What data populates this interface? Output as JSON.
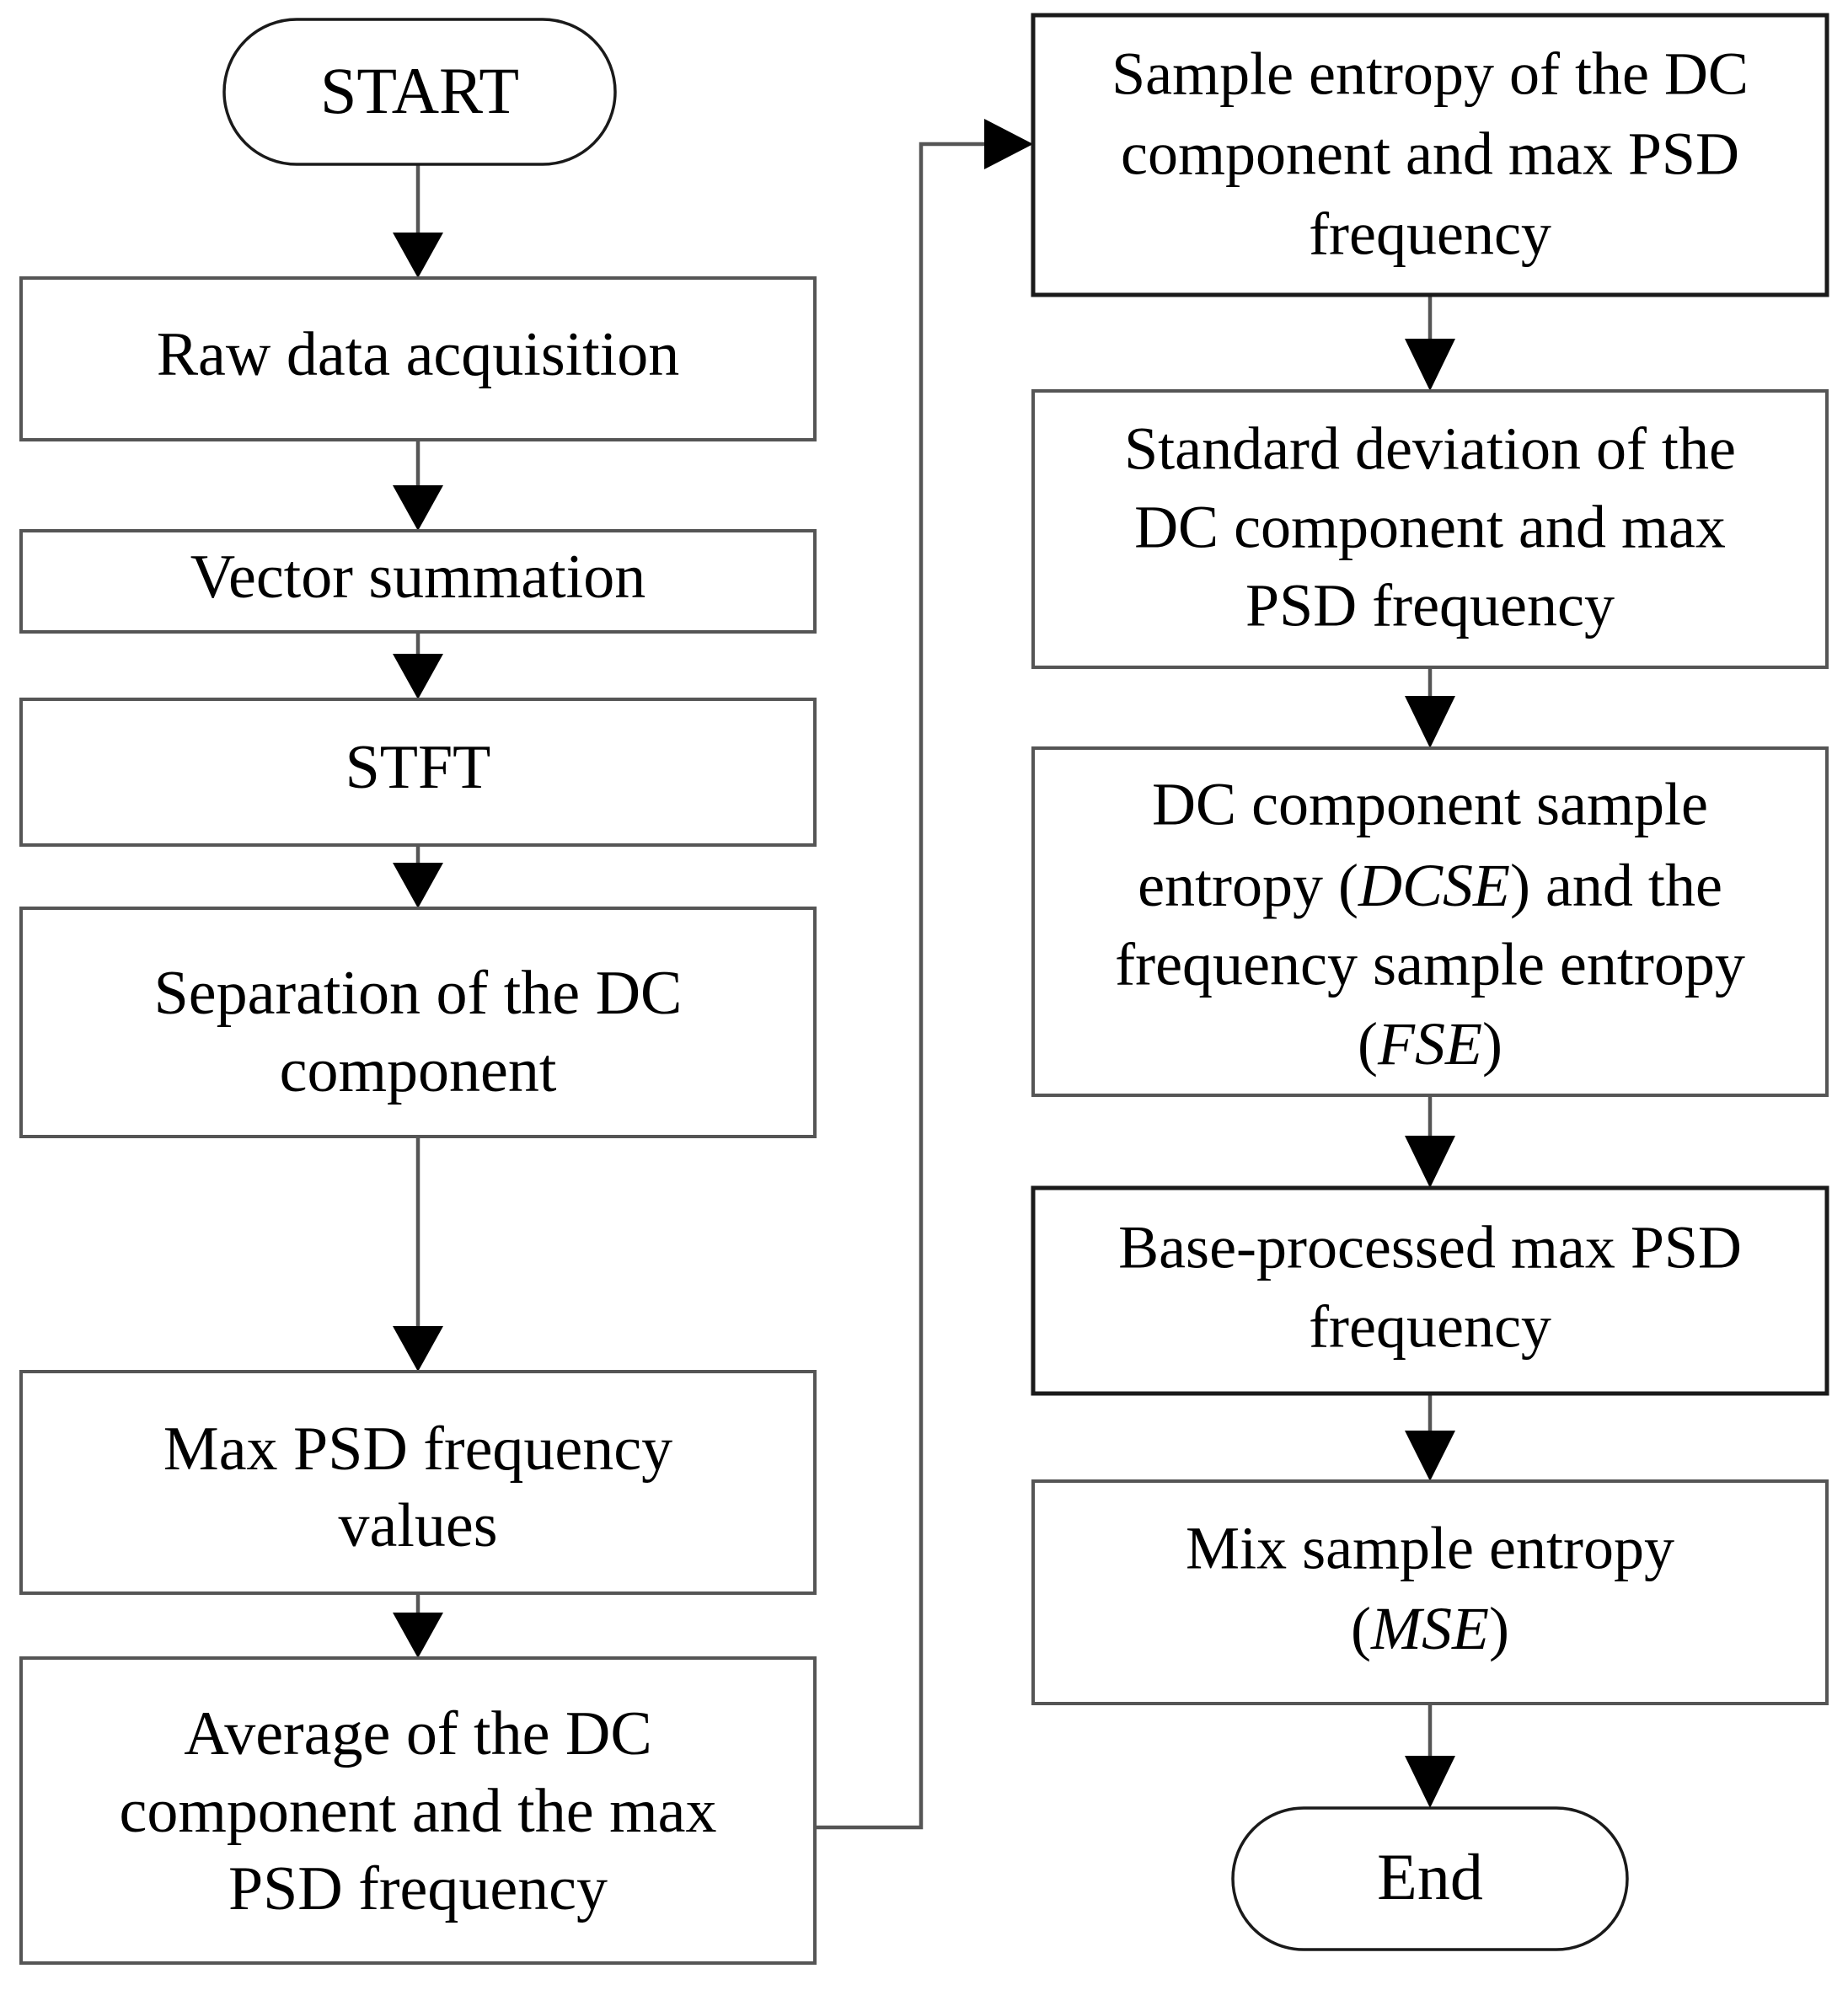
{
  "diagram": {
    "title": "Signal processing feature extraction flowchart",
    "type": "flowchart",
    "orientation": "two-column top-to-bottom",
    "colors": {
      "background": "#ffffff",
      "box_border": "#555555",
      "box_border_dark": "#1a1a1a",
      "edge": "#555555",
      "arrowhead": "#000000",
      "text": "#000000"
    },
    "left_column": {
      "nodes": [
        {
          "id": "start",
          "shape": "terminator",
          "lines": [
            "START"
          ]
        },
        {
          "id": "raw",
          "shape": "process",
          "lines": [
            "Raw data acquisition"
          ]
        },
        {
          "id": "vecsum",
          "shape": "process",
          "lines": [
            "Vector summation"
          ]
        },
        {
          "id": "stft",
          "shape": "process",
          "lines": [
            "STFT"
          ]
        },
        {
          "id": "sepdc",
          "shape": "process",
          "lines": [
            "Separation of the DC",
            "component"
          ]
        },
        {
          "id": "maxpsd",
          "shape": "process",
          "lines": [
            "Max PSD frequency",
            "values"
          ]
        },
        {
          "id": "avgdc",
          "shape": "process",
          "lines": [
            "Average of the DC",
            "component and the max",
            "PSD frequency"
          ]
        }
      ]
    },
    "right_column": {
      "nodes": [
        {
          "id": "sampent",
          "shape": "process",
          "lines": [
            "Sample entropy of the DC",
            "component and max PSD",
            "frequency"
          ]
        },
        {
          "id": "stddev",
          "shape": "process",
          "lines": [
            "Standard deviation of the",
            "DC component and max",
            "PSD frequency"
          ]
        },
        {
          "id": "dcsefse",
          "shape": "process",
          "lines": [
            "DC component sample",
            "entropy (DCSE) and the",
            "frequency sample entropy",
            "(FSE)"
          ],
          "italic_terms": [
            "DCSE",
            "FSE"
          ]
        },
        {
          "id": "baseproc",
          "shape": "process",
          "lines": [
            "Base-processed max PSD",
            "frequency"
          ]
        },
        {
          "id": "mixent",
          "shape": "process",
          "lines": [
            "Mix sample entropy",
            "(MSE)"
          ],
          "italic_terms": [
            "MSE"
          ]
        },
        {
          "id": "end",
          "shape": "terminator",
          "lines": [
            "End"
          ]
        }
      ]
    },
    "edges": [
      {
        "from": "start",
        "to": "raw",
        "kind": "vertical"
      },
      {
        "from": "raw",
        "to": "vecsum",
        "kind": "vertical"
      },
      {
        "from": "vecsum",
        "to": "stft",
        "kind": "vertical"
      },
      {
        "from": "stft",
        "to": "sepdc",
        "kind": "vertical"
      },
      {
        "from": "sepdc",
        "to": "maxpsd",
        "kind": "vertical"
      },
      {
        "from": "maxpsd",
        "to": "avgdc",
        "kind": "vertical"
      },
      {
        "from": "avgdc",
        "to": "sampent",
        "kind": "elbow-right-up"
      },
      {
        "from": "sampent",
        "to": "stddev",
        "kind": "vertical"
      },
      {
        "from": "stddev",
        "to": "dcsefse",
        "kind": "vertical"
      },
      {
        "from": "dcsefse",
        "to": "baseproc",
        "kind": "vertical"
      },
      {
        "from": "baseproc",
        "to": "mixent",
        "kind": "vertical"
      },
      {
        "from": "mixent",
        "to": "end",
        "kind": "vertical"
      }
    ],
    "labels": {
      "start": "START",
      "raw": "Raw data acquisition",
      "vecsum": "Vector summation",
      "stft": "STFT",
      "sepdc_1": "Separation of the DC",
      "sepdc_2": "component",
      "maxpsd_1": "Max PSD frequency",
      "maxpsd_2": "values",
      "avgdc_1": "Average of the DC",
      "avgdc_2": "component and the max",
      "avgdc_3": "PSD frequency",
      "sampent_1": "Sample entropy of the DC",
      "sampent_2": "component and max PSD",
      "sampent_3": "frequency",
      "stddev_1": "Standard deviation of the",
      "stddev_2": "DC component and max",
      "stddev_3": "PSD frequency",
      "dcsefse_1": "DC component sample",
      "dcsefse_2a": "entropy (",
      "dcsefse_2b": "DCSE",
      "dcsefse_2c": ") and the",
      "dcsefse_3": "frequency sample entropy",
      "dcsefse_4a": "(",
      "dcsefse_4b": "FSE",
      "dcsefse_4c": ")",
      "baseproc_1": "Base-processed max PSD",
      "baseproc_2": "frequency",
      "mixent_1": "Mix sample entropy",
      "mixent_2a": "(",
      "mixent_2b": "MSE",
      "mixent_2c": ")",
      "end": "End"
    }
  }
}
